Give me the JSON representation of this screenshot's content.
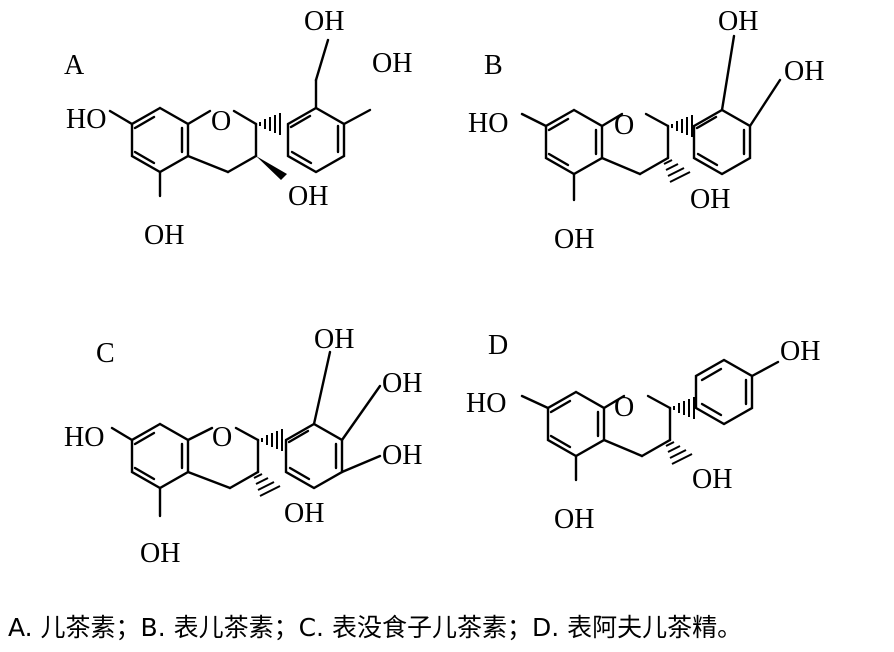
{
  "panels": [
    {
      "id": "A",
      "label": "A",
      "groups": {
        "oh_top": "OH",
        "oh_right": "OH",
        "ho_left": "HO",
        "oh_bottom": "OH",
        "oh_c3": "OH",
        "ring_o": "O"
      }
    },
    {
      "id": "B",
      "label": "B",
      "groups": {
        "oh_top": "OH",
        "oh_right": "OH",
        "ho_left": "HO",
        "oh_bottom": "OH",
        "oh_c3": "OH",
        "ring_o": "O"
      }
    },
    {
      "id": "C",
      "label": "C",
      "groups": {
        "oh_top": "OH",
        "oh_right": "OH",
        "oh_lower": "OH",
        "ho_left": "HO",
        "oh_bottom": "OH",
        "oh_c3": "OH",
        "ring_o": "O"
      }
    },
    {
      "id": "D",
      "label": "D",
      "groups": {
        "oh_para": "OH",
        "ho_left": "HO",
        "oh_bottom": "OH",
        "oh_c3": "OH",
        "ring_o": "O"
      }
    }
  ],
  "caption": "A. 儿茶素；B. 表儿茶素；C. 表没食子儿茶素；D. 表阿夫儿茶精。"
}
